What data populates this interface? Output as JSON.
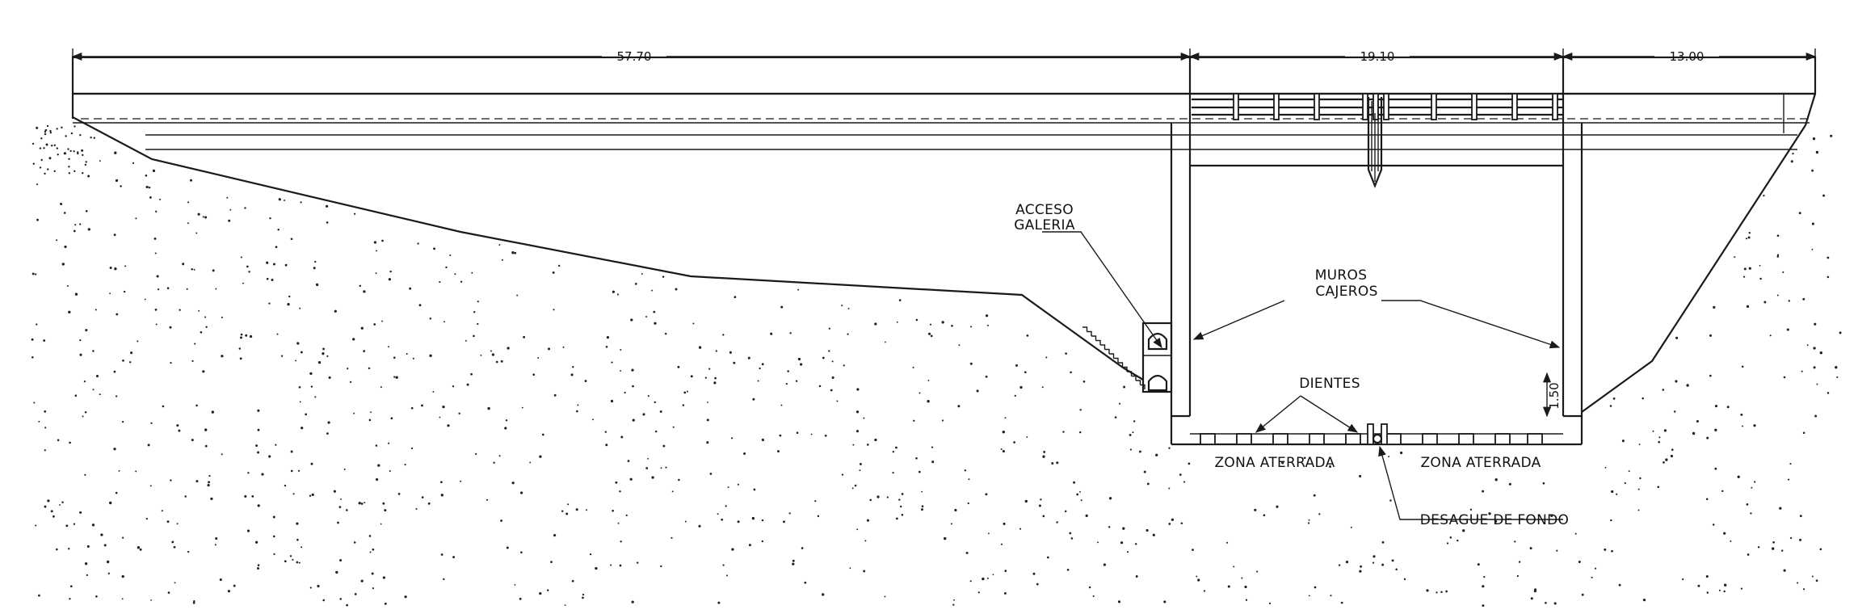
{
  "dimensions": {
    "left_span": "57.70",
    "center_span": "19.10",
    "right_span": "13.00",
    "tooth_height": "1.50"
  },
  "labels": {
    "access_gallery_line1": "ACCESO",
    "access_gallery_line2": "GALERIA",
    "side_walls_line1": "MUROS",
    "side_walls_line2": "CAJEROS",
    "teeth": "DIENTES",
    "silted_zone_left": "ZONA ATERRADA",
    "silted_zone_right": "ZONA ATERRADA",
    "bottom_outlet": "DESAGUE DE FONDO"
  },
  "colors": {
    "ink": "#1a1a1a",
    "paper": "#ffffff"
  }
}
